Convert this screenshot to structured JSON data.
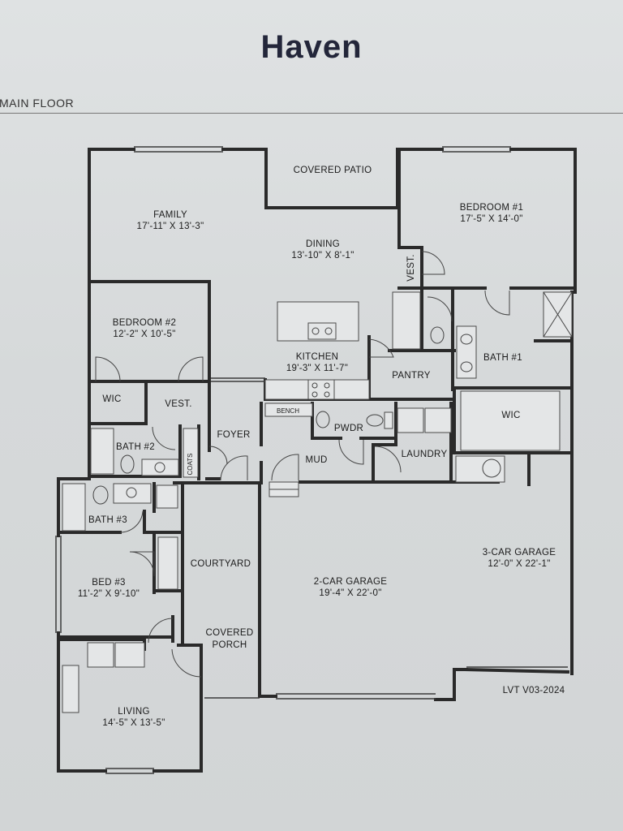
{
  "title": "Haven",
  "subtitle": "MAIN FLOOR",
  "version": "LVT V03-2024",
  "rooms": {
    "covered_patio": {
      "name": "COVERED PATIO"
    },
    "family": {
      "name": "FAMILY",
      "dims": "17'-11\" X 13'-3\""
    },
    "dining": {
      "name": "DINING",
      "dims": "13'-10\" X 8'-1\""
    },
    "bedroom1": {
      "name": "BEDROOM #1",
      "dims": "17'-5\" X 14'-0\""
    },
    "vest_top": {
      "name": "VEST."
    },
    "bedroom2": {
      "name": "BEDROOM #2",
      "dims": "12'-2\" X 10'-5\""
    },
    "kitchen": {
      "name": "KITCHEN",
      "dims": "19'-3\" X 11'-7\""
    },
    "pantry": {
      "name": "PANTRY"
    },
    "bath1": {
      "name": "BATH #1"
    },
    "wic_left": {
      "name": "WIC"
    },
    "vest_left": {
      "name": "VEST."
    },
    "wic_right": {
      "name": "WIC"
    },
    "bench": {
      "name": "BENCH"
    },
    "pwdr": {
      "name": "PWDR"
    },
    "foyer": {
      "name": "FOYER"
    },
    "bath2": {
      "name": "BATH #2"
    },
    "coats": {
      "name": "COATS"
    },
    "mud": {
      "name": "MUD"
    },
    "laundry": {
      "name": "LAUNDRY"
    },
    "bath3": {
      "name": "BATH #3"
    },
    "courtyard": {
      "name": "COURTYARD"
    },
    "garage3": {
      "name": "3-CAR GARAGE",
      "dims": "12'-0\" X 22'-1\""
    },
    "garage2": {
      "name": "2-CAR GARAGE",
      "dims": "19'-4\" X 22'-0\""
    },
    "bed3": {
      "name": "BED #3",
      "dims": "11'-2\" X 9'-10\""
    },
    "covered_porch": {
      "name": "COVERED",
      "name2": "PORCH"
    },
    "living": {
      "name": "LIVING",
      "dims": "14'-5\" X 13'-5\""
    }
  }
}
